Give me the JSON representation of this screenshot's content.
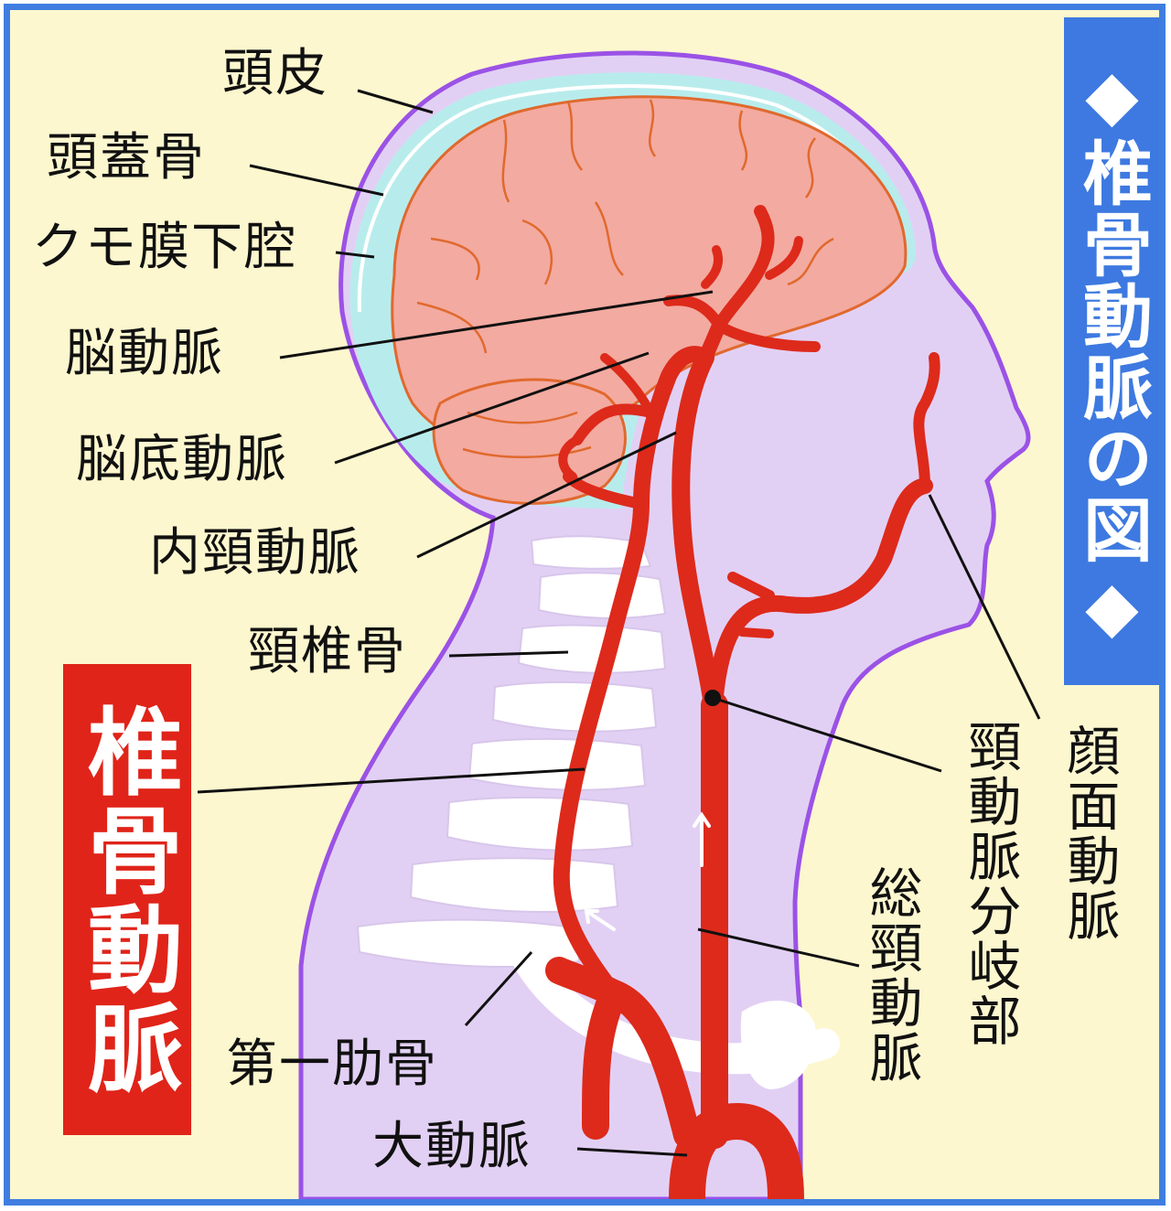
{
  "titles": {
    "side": "◆椎骨動脈の図◆",
    "main": "椎骨動脈"
  },
  "labels": {
    "scalp": "頭皮",
    "skull": "頭蓋骨",
    "subarachnoid": "クモ膜下腔",
    "cerebral_artery": "脳動脈",
    "basilar_artery": "脳底動脈",
    "internal_carotid": "内頸動脈",
    "cervical_vertebrae": "頸椎骨",
    "first_rib": "第一肋骨",
    "aorta": "大動脈",
    "facial_artery": "顔面動脈",
    "carotid_bifurcation": "頸動脈分岐部",
    "common_carotid": "総頸動脈"
  },
  "colors": {
    "frame_border": "#3f7ee0",
    "background": "#fdf7cf",
    "head": "#e2d0f4",
    "head_outline": "#9b52e6",
    "csf_space": "#b8ecec",
    "brain": "#f3aaa0",
    "brain_outline": "#e0692e",
    "artery": "#dd2a1b",
    "bone": "#ffffff",
    "side_title_bg": "#3d79e0",
    "main_title_bg": "#e02419"
  }
}
